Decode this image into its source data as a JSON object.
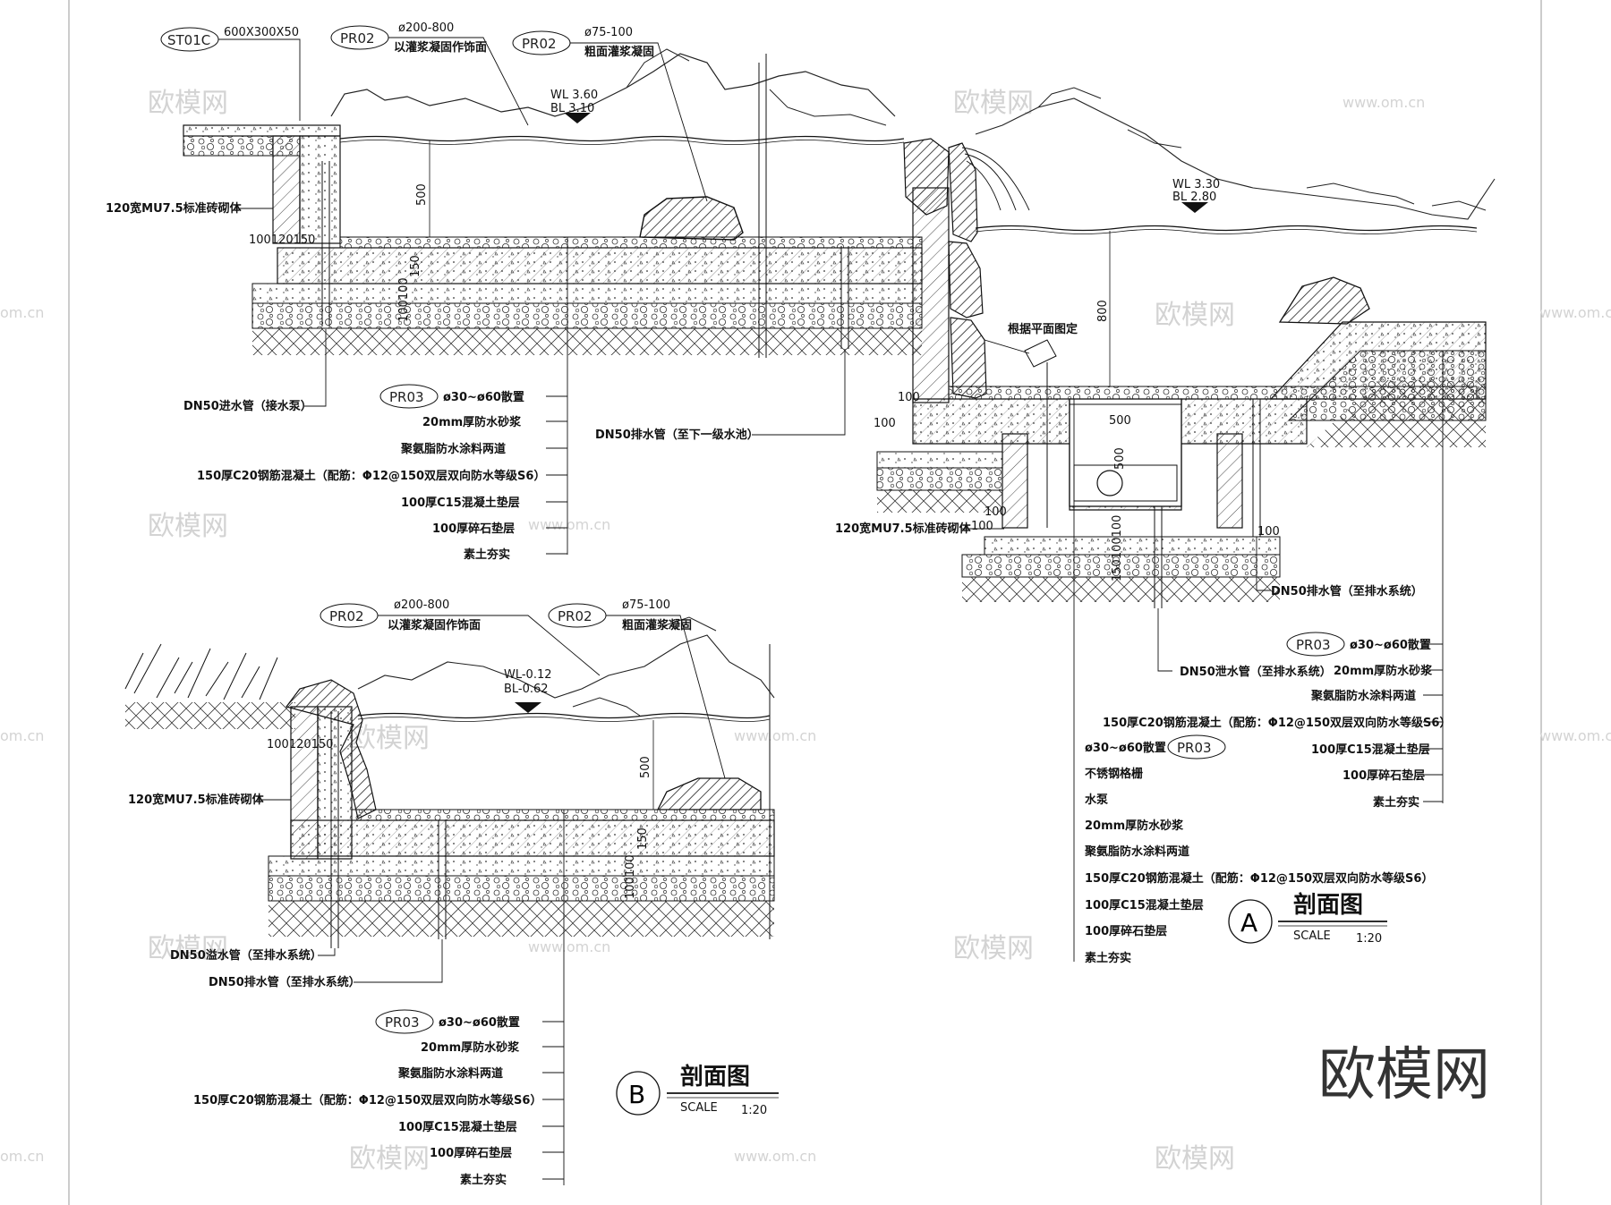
{
  "sectionA": {
    "tags": {
      "st01c": "ST01C",
      "st01c_size": "600X300X50",
      "pr02_a": "PR02",
      "pr02_a_spec": "ø200-800",
      "pr02_a_desc": "以灌浆凝固作饰面",
      "pr02_b": "PR02",
      "pr02_b_spec": "ø75-100",
      "pr02_b_desc": "粗面灌浆凝固"
    },
    "levels": {
      "upper_wl": "WL 3.60",
      "upper_bl": "BL 3.10",
      "lower_wl": "WL 3.30",
      "lower_bl": "BL 2.80"
    },
    "dims": {
      "d500": "500",
      "d100120150": "100120150",
      "d150": "150",
      "d100100": "100100",
      "d800": "800",
      "d100a": "100",
      "d100b": "100",
      "d500a": "500",
      "d500b": "500",
      "d100c": "100",
      "d100d": "100",
      "d100e": "100",
      "d150100100": "150100100"
    },
    "left_labels": {
      "brick": "120宽MU7.5标准砖砌体",
      "inlet": "DN50进水管（接水泵）",
      "drain_next": "DN50排水管（至下一级水池）",
      "plan_note": "根据平面图定",
      "brick2": "120宽MU7.5标准砖砌体",
      "drain_sys": "DN50排水管（至排水系统）",
      "overflow": "DN50泄水管（至排水系统）"
    },
    "layers_left": {
      "tag": "PR03",
      "l1": "ø30~ø60散置",
      "l2": "20mm厚防水砂浆",
      "l3": "聚氨脂防水涂料两道",
      "l4": "150厚C20钢筋混凝土（配筋：Φ12@150双层双向防水等级S6）",
      "l5": "100厚C15混凝土垫层",
      "l6": "100厚碎石垫层",
      "l7": "素土夯实"
    },
    "layers_right": {
      "tag": "PR03",
      "l1": "ø30~ø60散置",
      "l2": "20mm厚防水砂浆",
      "l3": "聚氨脂防水涂料两道",
      "l4": "150厚C20钢筋混凝土（配筋：Φ12@150双层双向防水等级S6）",
      "l5": "100厚C15混凝土垫层",
      "l6": "100厚碎石垫层",
      "l7": "素土夯实"
    },
    "pump_layers": {
      "tag": "PR03",
      "l1": "ø30~ø60散置",
      "l2": "不锈钢格栅",
      "l3": "水泵",
      "l4": "20mm厚防水砂浆",
      "l5": "聚氨脂防水涂料两道",
      "l6": "150厚C20钢筋混凝土（配筋：Φ12@150双层双向防水等级S6）",
      "l7": "100厚C15混凝土垫层",
      "l8": "100厚碎石垫层",
      "l9": "素土夯实"
    },
    "title": {
      "letter": "A",
      "name": "剖面图",
      "scale_word": "SCALE",
      "scale": "1:20"
    }
  },
  "sectionB": {
    "tags": {
      "pr02_a": "PR02",
      "pr02_a_spec": "ø200-800",
      "pr02_a_desc": "以灌浆凝固作饰面",
      "pr02_b": "PR02",
      "pr02_b_spec": "ø75-100",
      "pr02_b_desc": "粗面灌浆凝固"
    },
    "levels": {
      "wl": "WL-0.12",
      "bl": "BL-0.62"
    },
    "dims": {
      "d100120150": "100120150",
      "d500": "500",
      "d150": "150",
      "d100100": "100100"
    },
    "labels": {
      "brick": "120宽MU7.5标准砖砌体",
      "overflow": "DN50溢水管（至排水系统）",
      "drain": "DN50排水管（至排水系统）"
    },
    "layers": {
      "tag": "PR03",
      "l1": "ø30~ø60散置",
      "l2": "20mm厚防水砂浆",
      "l3": "聚氨脂防水涂料两道",
      "l4": "150厚C20钢筋混凝土（配筋：Φ12@150双层双向防水等级S6）",
      "l5": "100厚C15混凝土垫层",
      "l6": "100厚碎石垫层",
      "l7": "素土夯实"
    },
    "title": {
      "letter": "B",
      "name": "剖面图",
      "scale_word": "SCALE",
      "scale": "1:20"
    }
  },
  "watermark": {
    "brand": "欧模网",
    "url": "www.om.cn",
    "url_short": "om.cn",
    "corner": "欧模网"
  }
}
